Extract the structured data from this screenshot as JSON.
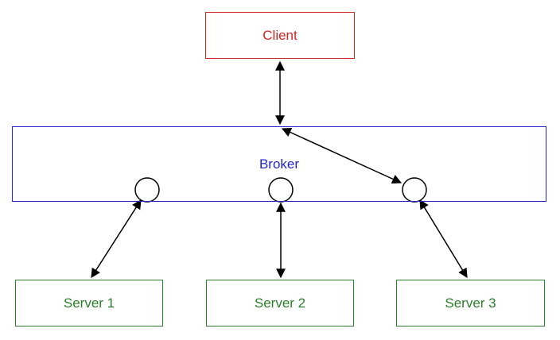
{
  "nodes": {
    "client": {
      "label": "Client"
    },
    "broker": {
      "label": "Broker"
    },
    "servers": [
      {
        "label": "Server 1"
      },
      {
        "label": "Server 2"
      },
      {
        "label": "Server 3"
      }
    ]
  },
  "colors": {
    "client": "#cc2626",
    "broker": "#2424cc",
    "server": "#2b7f2b",
    "line": "#000000",
    "background": "#ffffff"
  }
}
